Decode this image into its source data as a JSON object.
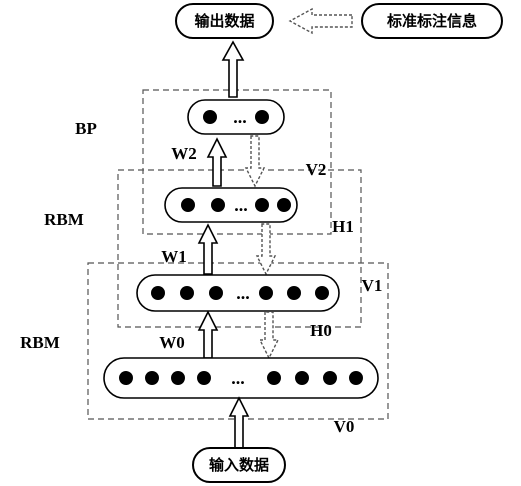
{
  "nodes": {
    "output": "输出数据",
    "label_info": "标准标注信息",
    "input": "输入数据"
  },
  "sections": {
    "bp": "BP",
    "rbm_upper": "RBM",
    "rbm_lower": "RBM"
  },
  "weights": {
    "w0": "W0",
    "w1": "W1",
    "w2": "W2"
  },
  "layers": {
    "v0": "V0",
    "v1": "V1",
    "v2": "V2",
    "h0": "H0",
    "h1": "H1"
  },
  "ellipsis": "...",
  "colors": {
    "stroke": "#000000",
    "dash": "#555555",
    "fill": "#ffffff"
  }
}
